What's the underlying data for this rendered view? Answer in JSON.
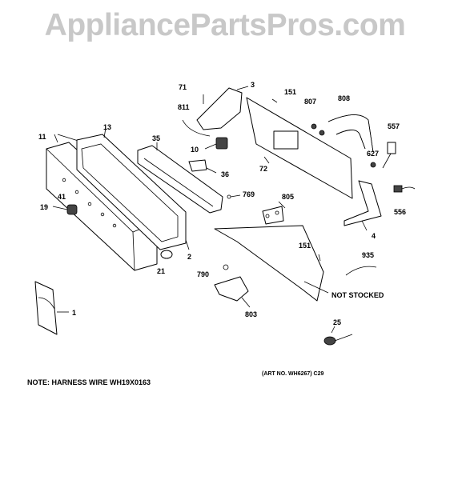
{
  "watermark": "AppliancePartsPros.com",
  "labels": {
    "p71": "71",
    "p3": "3",
    "p151a": "151",
    "p811": "811",
    "p807": "807",
    "p808": "808",
    "p557": "557",
    "p13": "13",
    "p11": "11",
    "p35": "35",
    "p10": "10",
    "p627": "627",
    "p72": "72",
    "p36": "36",
    "p769": "769",
    "p805": "805",
    "p41": "41",
    "p19": "19",
    "p556": "556",
    "p4": "4",
    "p151b": "151",
    "p2": "2",
    "p21": "21",
    "p935": "935",
    "p790": "790",
    "not_stocked": "NOT STOCKED",
    "p803": "803",
    "p1": "1",
    "p25": "25"
  },
  "notes": {
    "harness": "NOTE: HARNESS WIRE WH19X0163",
    "art_no": "(ART NO. WH6267)  C29"
  }
}
